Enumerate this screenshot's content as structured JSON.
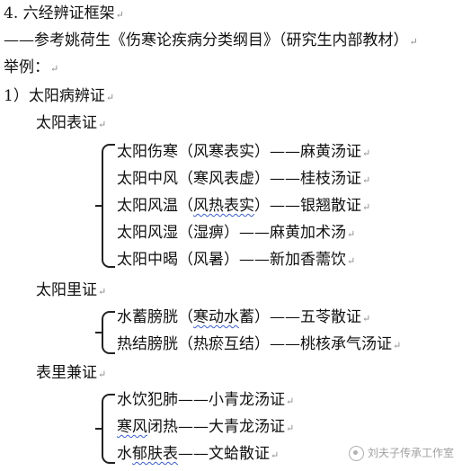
{
  "lines": {
    "l0": "4. 六经辨证框架",
    "l1": "——参考姚荷生《伤寒论疾病分类纲目》（研究生内部教材）",
    "l2": "举例：",
    "l3": "1）太阳病辨证",
    "l4": "太阳表证",
    "b1": [
      "太阳伤寒（风寒表实）——麻黄汤证",
      "太阳中风（寒风表虚）——桂枝汤证",
      {
        "pre": "太阳风温（",
        "wavy": "风热表实",
        "post": "）——银翘散证"
      },
      "太阳风湿（湿痹）——麻黄加术汤",
      "太阳中暍（风暑）——新加香薷饮"
    ],
    "l5": "太阳里证",
    "b2": [
      {
        "pre": "水蓄膀胱（",
        "wavy": "寒动水",
        "post": "蓄）——五苓散证"
      },
      "热结膀胱（热瘀互结）——桃核承气汤证"
    ],
    "l6": "表里兼证",
    "b3": [
      "水饮犯肺——小青龙汤证",
      {
        "pre": "",
        "wavy": "寒风",
        "post": "闭热——大青龙汤证"
      },
      {
        "pre": "水",
        "wavy": "郁肤表",
        "post": "——文蛤散证"
      }
    ]
  },
  "watermark": "刘夫子传承工作室",
  "watermark_icon": "wechat-official-account-icon"
}
